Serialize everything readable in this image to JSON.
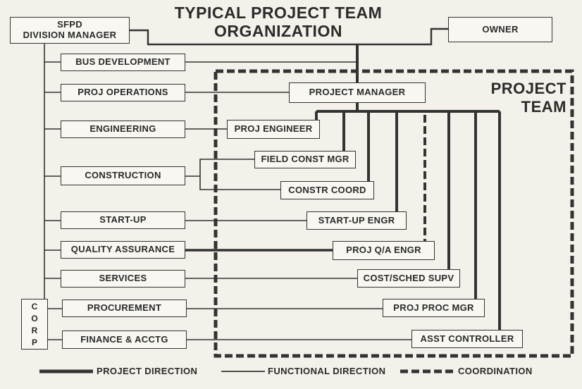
{
  "title": {
    "line1": "TYPICAL PROJECT TEAM",
    "line2": "ORGANIZATION"
  },
  "team_label": {
    "line1": "PROJECT",
    "line2": "TEAM"
  },
  "top_boxes": {
    "division_manager_line1": "SFPD",
    "division_manager_line2": "DIVISION MANAGER",
    "owner": "OWNER"
  },
  "functions": [
    "BUS DEVELOPMENT",
    "PROJ OPERATIONS",
    "ENGINEERING",
    "CONSTRUCTION",
    "START-UP",
    "QUALITY ASSURANCE",
    "SERVICES",
    "PROCUREMENT",
    "FINANCE & ACCTG"
  ],
  "project_team": {
    "project_manager": "PROJECT MANAGER",
    "roles": [
      "PROJ ENGINEER",
      "FIELD CONST MGR",
      "CONSTR COORD",
      "START-UP ENGR",
      "PROJ Q/A ENGR",
      "COST/SCHED SUPV",
      "PROJ PROC MGR",
      "ASST CONTROLLER"
    ]
  },
  "corp_letters": [
    "C",
    "O",
    "R",
    "P"
  ],
  "legend": {
    "project_direction": "PROJECT DIRECTION",
    "functional_direction": "FUNCTIONAL DIRECTION",
    "coordination": "COORDINATION"
  }
}
